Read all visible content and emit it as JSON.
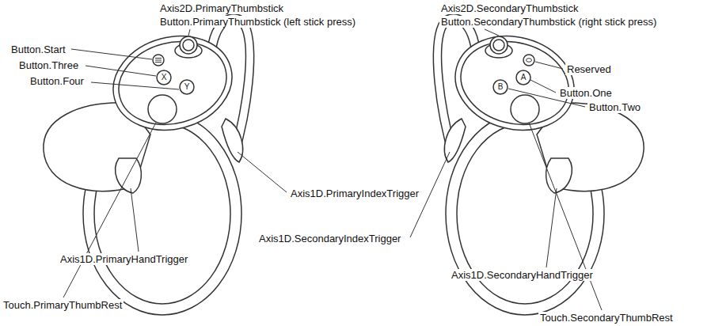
{
  "diagram": {
    "labels": [
      "Axis2D.PrimaryThumbstick",
      "Button.PrimaryThumbstick (left stick press)",
      "Button.Start",
      "Button.Three",
      "Button.Four",
      "X",
      "Y",
      "Axis1D.PrimaryIndexTrigger",
      "Axis1D.PrimaryHandTrigger",
      "Touch.PrimaryThumbRest",
      "Axis2D.SecondaryThumbstick",
      "Button.SecondaryThumbstick (right stick press)",
      "Reserved",
      "Button.One",
      "Button.Two",
      "B",
      "A",
      "Axis1D.SecondaryIndexTrigger",
      "Axis1D.SecondaryHandTrigger",
      "Touch.SecondaryThumbRest"
    ]
  }
}
